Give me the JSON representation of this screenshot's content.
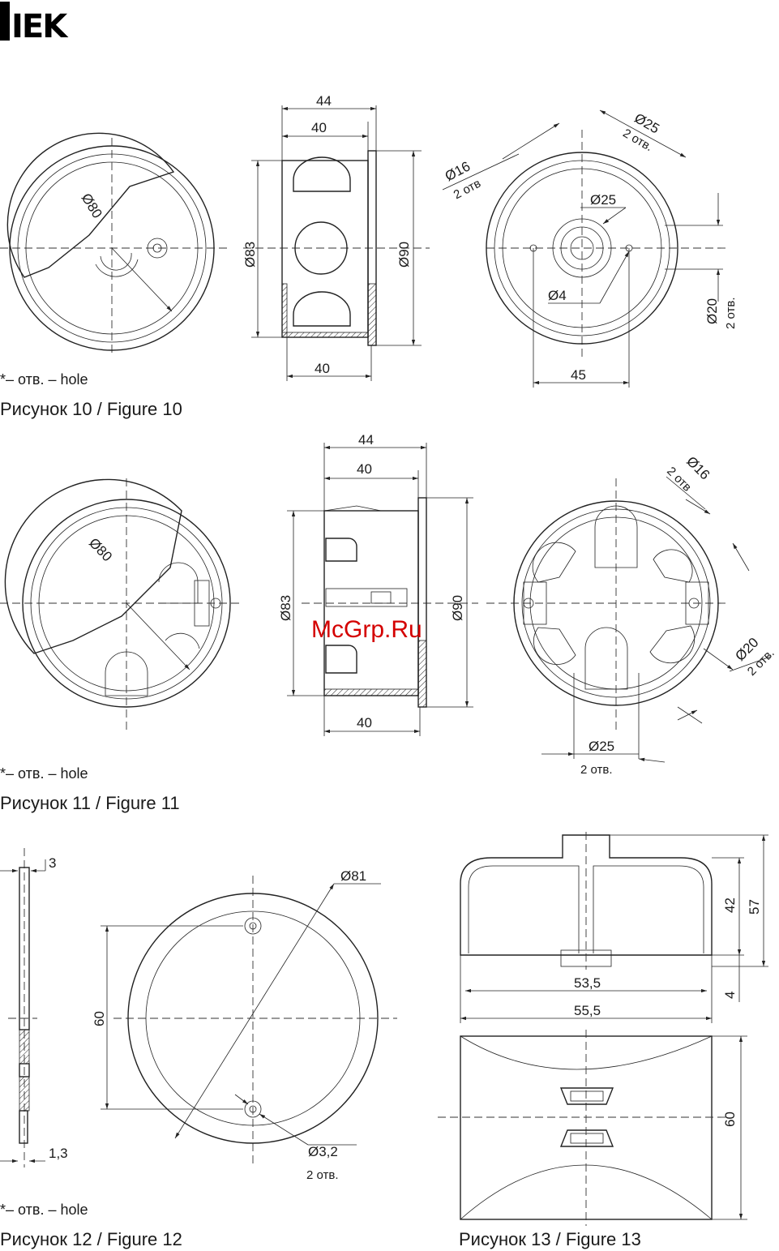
{
  "brand": {
    "logo_text": "IEK",
    "watermark": "McGrp.Ru"
  },
  "figure10": {
    "caption": "Рисунок 10 / Figure 10",
    "note": "*– отв. – hole",
    "front": {
      "dia": "Ø80"
    },
    "side": {
      "top_outer": "44",
      "top_inner": "40",
      "bottom": "40",
      "left_dia": "Ø83",
      "right_dia": "Ø90"
    },
    "back": {
      "hole16": "Ø16",
      "hole16_count": "2 отв",
      "hole25a": "Ø25",
      "hole25a_count": "2 отв.",
      "hole25b": "Ø25",
      "hole4": "Ø4",
      "hole20": "Ø20",
      "hole20_count": "2 отв.",
      "spacing": "45"
    }
  },
  "figure11": {
    "caption": "Рисунок 11 / Figure 11",
    "note": "*– отв. – hole",
    "front": {
      "dia": "Ø80"
    },
    "side": {
      "top_outer": "44",
      "top_inner": "40",
      "bottom": "40",
      "left_dia": "Ø83",
      "right_dia": "Ø90"
    },
    "back": {
      "hole16": "Ø16",
      "hole16_count": "2 отв",
      "hole20": "Ø20",
      "hole20_count": "2 отв.",
      "hole25": "Ø25",
      "hole25_count": "2 отв."
    }
  },
  "figure12": {
    "caption": "Рисунок 12 / Figure 12",
    "note": "*– отв. – hole",
    "thickness_top": "3",
    "thickness_bottom": "1,3",
    "dia": "Ø81",
    "hole_spacing": "60",
    "hole_dia": "Ø3,2",
    "hole_count": "2 отв."
  },
  "figure13": {
    "caption": "Рисунок 13 / Figure 13",
    "width_inner": "53,5",
    "width_outer": "55,5",
    "height_inner": "42",
    "height_outer": "57",
    "lip": "4",
    "depth": "60"
  }
}
